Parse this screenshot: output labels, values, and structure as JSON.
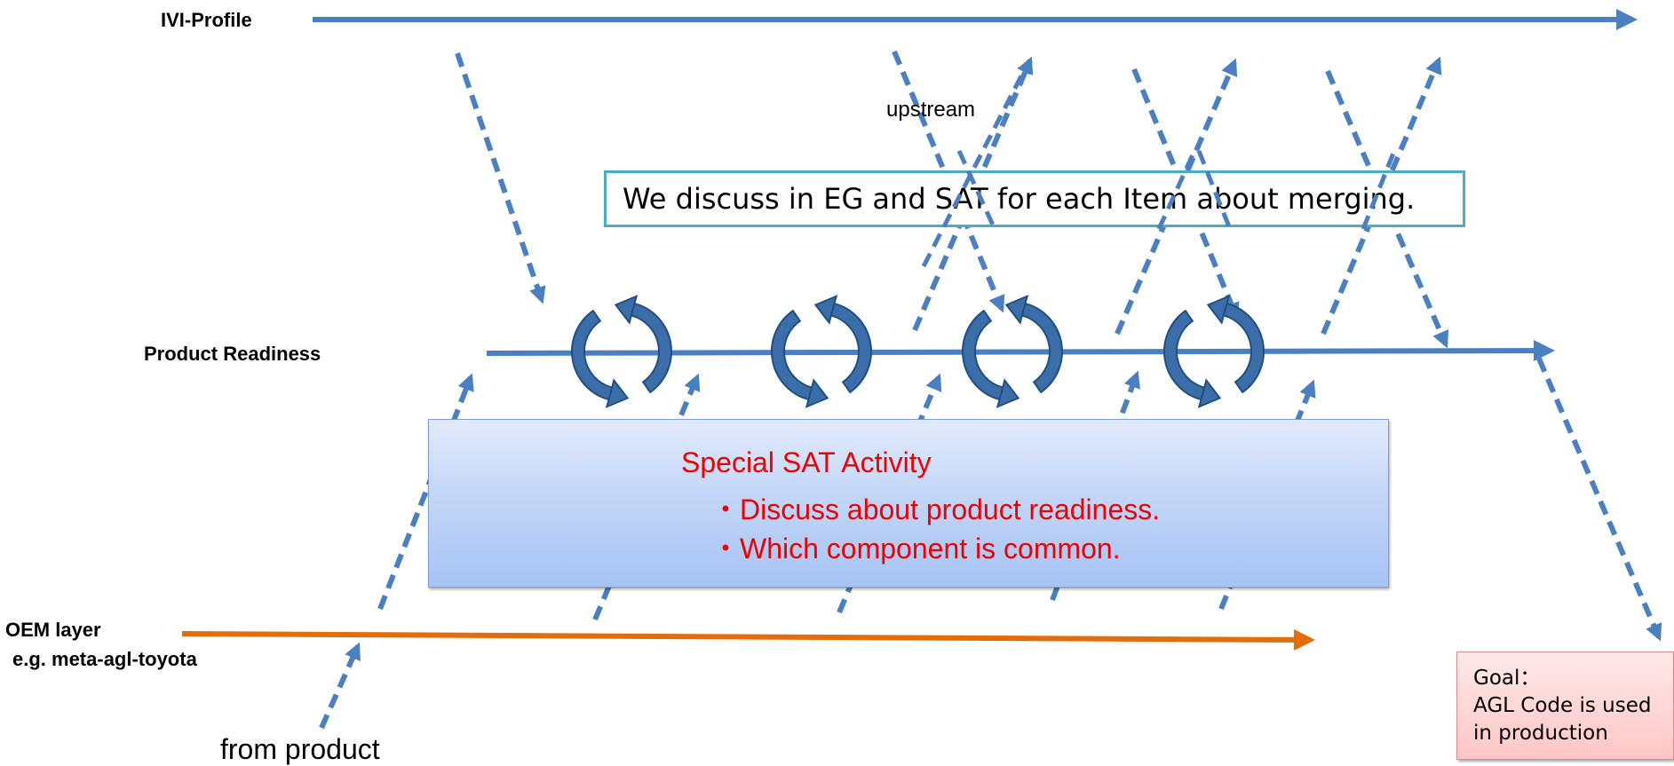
{
  "layers": {
    "ivi_profile": "IVI-Profile",
    "product_readiness": "Product Readiness",
    "oem_layer": "OEM layer",
    "oem_example": "e.g. meta-agl-toyota"
  },
  "labels": {
    "upstream": "upstream",
    "from_product": "from product"
  },
  "eg_box": {
    "text": "We discuss in EG and SAT for each Item about merging."
  },
  "sat_box": {
    "title": "Special SAT Activity",
    "bullets": [
      "・Discuss about product readiness.",
      "・Which component is common."
    ]
  },
  "goal_box": {
    "lines": [
      "Goal：",
      "AGL Code is used",
      "in production"
    ]
  },
  "colors": {
    "blue_arrow": "#4a7fc1",
    "orange_arrow": "#e46c0a",
    "cycle_fill": "#3b6ea8",
    "eg_border": "#4bacc6",
    "sat_text": "#ee0000"
  }
}
